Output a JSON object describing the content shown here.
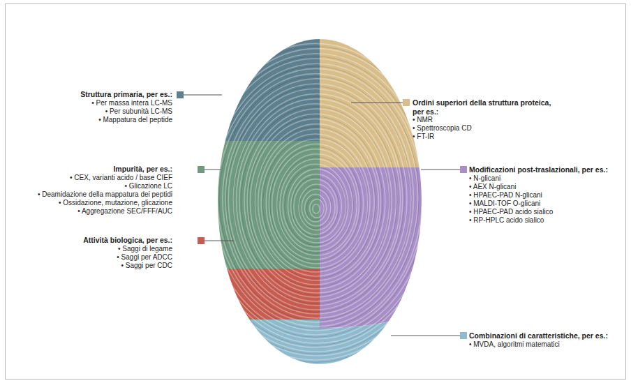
{
  "diagram": {
    "labels": [
      "Struttura primaria, per es.:",
      "• Per massa intera LC-MS",
      "• Per subunità LC-MS",
      "• Mappatura del peptide",
      "Impurità, per es.:",
      "• CEX, varianti acido / base CIEF",
      "• Glicazione LC",
      "• Deamidazione della mappatura dei peptidi",
      "• Ossidazione, mutazione, glicazione",
      "• Aggregazione SEC/FFF/AUC",
      "Attività biologica, per es.:",
      "• Saggi di legame",
      "• Saggi per ADCC",
      "• Saggi per CDC",
      "Ordini superiori della struttura proteica, per es.:",
      "• NMR",
      "• Spettroscopia CD",
      "• FT-IR",
      "Modificazioni post-traslazionali, per es.:",
      "• N-glicani",
      "• AEX N-glicani",
      "• HPAEC-PAD N-glicani",
      "• MALDI-TOF O-glicani",
      "• HPAEC-PAD acido sialico",
      "• RP-HPLC acido sialico",
      "Combinazioni di caratteristiche, per es.:",
      "• MVDA, algoritmi matematici"
    ]
  }
}
